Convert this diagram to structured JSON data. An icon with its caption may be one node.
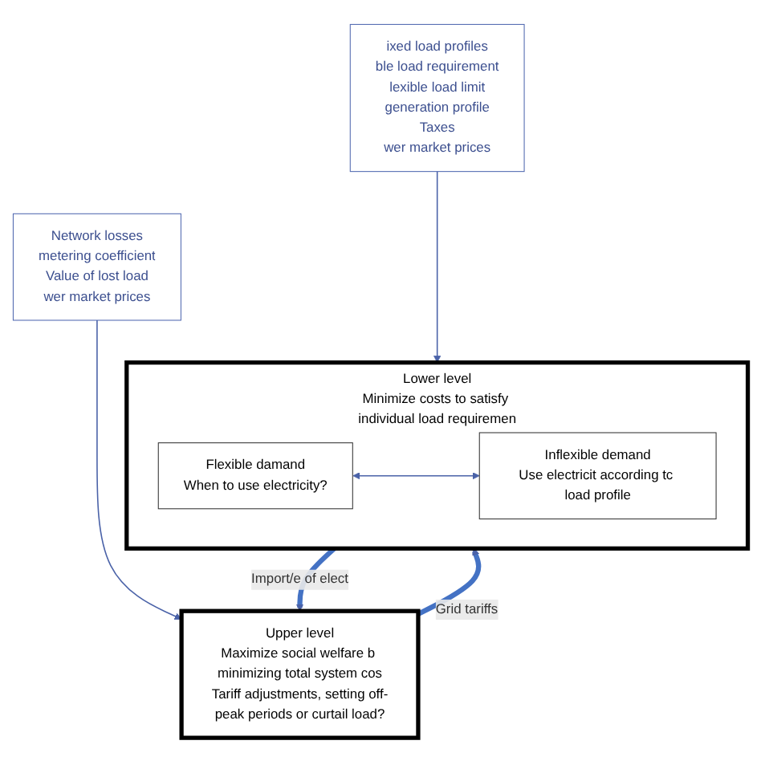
{
  "diagram": {
    "nodes": [
      {
        "text": [
          "Network losses",
          "metering coefficient",
          "Value of lost load",
          "wer market prices"
        ]
      },
      {
        "text": [
          "Upper level",
          "Maximize social welfare b minimizing total system cos",
          "Tariff adjustments, setting off-peak periods or curtail load?"
        ]
      },
      {
        "text": [
          "ixed load profiles",
          "ble load requirement",
          "lexible load limit",
          "generation profile",
          "Taxes",
          "wer market prices"
        ]
      },
      {
        "text": [
          "Lower level",
          "Minimize costs to satisfy individual load requiremen"
        ]
      },
      {
        "text": [
          "Flexible damand",
          "When to use electricity?"
        ],
        "in": 3
      },
      {
        "text": [
          "Inflexible demand",
          "Use electricit according tc load profile"
        ],
        "in": 3
      }
    ],
    "edges": [
      {
        "from": 0,
        "to": 1,
        "arrow": "to"
      },
      {
        "from": 2,
        "to": 3,
        "arrow": "to"
      },
      {
        "from": 1,
        "to": 3,
        "arrow": "to",
        "label": "Grid tariffs",
        "style": "thick",
        "color": "#4472c4"
      },
      {
        "from": 3,
        "to": 1,
        "arrow": "to",
        "label": "Import/e of elect",
        "style": "thick",
        "color": "#4472c4"
      },
      {
        "from": 4,
        "to": 5,
        "arrow": "both"
      }
    ]
  }
}
